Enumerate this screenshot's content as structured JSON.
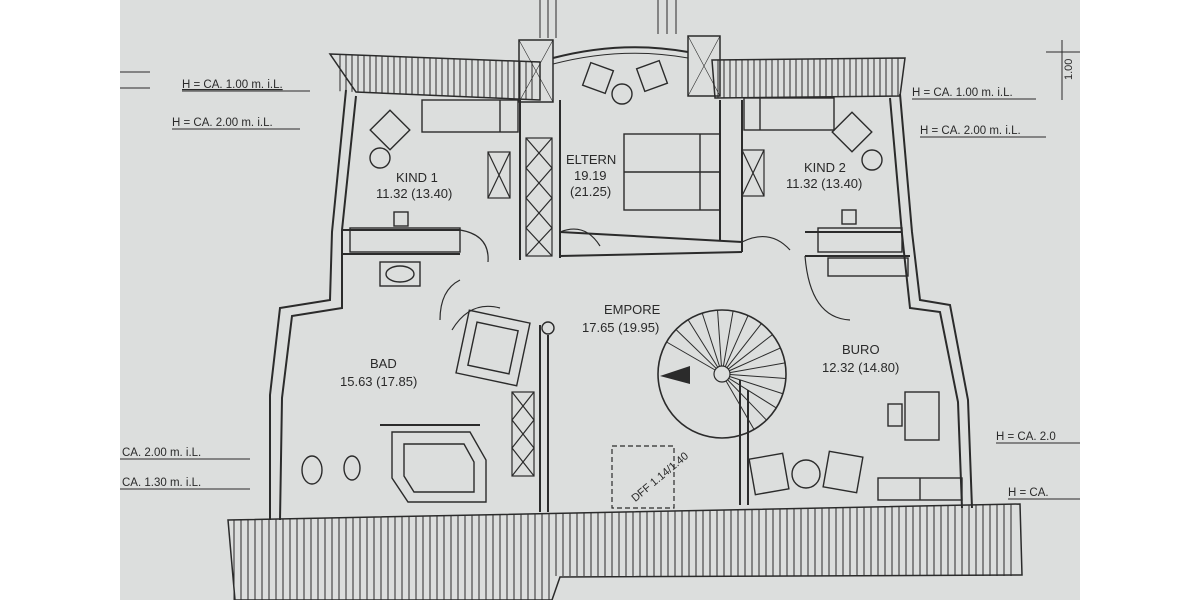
{
  "rooms": [
    {
      "name": "KIND 1",
      "area": "11.32 (13.40)"
    },
    {
      "name": "ELTERN",
      "area_line1": "19.19",
      "area_line2": "(21.25)"
    },
    {
      "name": "KIND 2",
      "area": "11.32 (13.40)"
    },
    {
      "name": "EMPORE",
      "area": "17.65 (19.95)"
    },
    {
      "name": "BAD",
      "area": "15.63 (17.85)"
    },
    {
      "name": "BURO",
      "area": "12.32 (14.80)"
    }
  ],
  "height_notes": {
    "left_top_1": "H = CA. 1.00 m. i.L.",
    "left_top_2": "H = CA. 2.00 m. i.L.",
    "right_top_1": "H = CA. 1.00 m. i.L.",
    "right_top_2": "H = CA. 2.00 m. i.L.",
    "left_bottom_1": "CA. 2.00 m. i.L.",
    "left_bottom_2": "CA. 1.30 m. i.L.",
    "right_bottom_1": "H = CA. 2.0",
    "right_bottom_2": "H = CA."
  },
  "hatch_label": "DFF 1.14/1.40",
  "dimension_label": "1.00",
  "colors": {
    "paper": "#dcdedd",
    "line": "#2b2b2b",
    "background": "#ffffff"
  }
}
